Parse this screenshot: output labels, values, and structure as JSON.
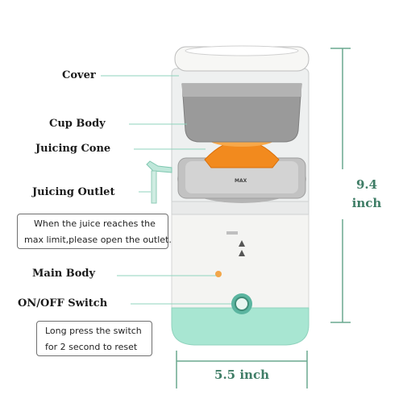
{
  "labels": {
    "cover": "Cover",
    "cup_body": "Cup Body",
    "juicing_cone": "Juicing Cone",
    "juicing_outlet": "Juicing Outlet",
    "main_body": "Main Body",
    "switch": "ON/OFF Switch"
  },
  "notes": {
    "outlet_line1": "When the juice reaches the",
    "outlet_line2": "max limit,please open the outlet.",
    "reset_line1": "Long press the switch",
    "reset_line2": "for 2 second to reset"
  },
  "dimensions": {
    "height_value": "9.4",
    "height_unit": "inch",
    "width": "5.5 inch"
  },
  "product_marks": {
    "max": "MAX"
  },
  "colors": {
    "accent_green": "#3f7d66",
    "base_mint": "#a8e6d2",
    "cone_orange": "#f28a1e",
    "body_white": "#f4f4f2",
    "cup_gray": "#9a9a9a"
  }
}
